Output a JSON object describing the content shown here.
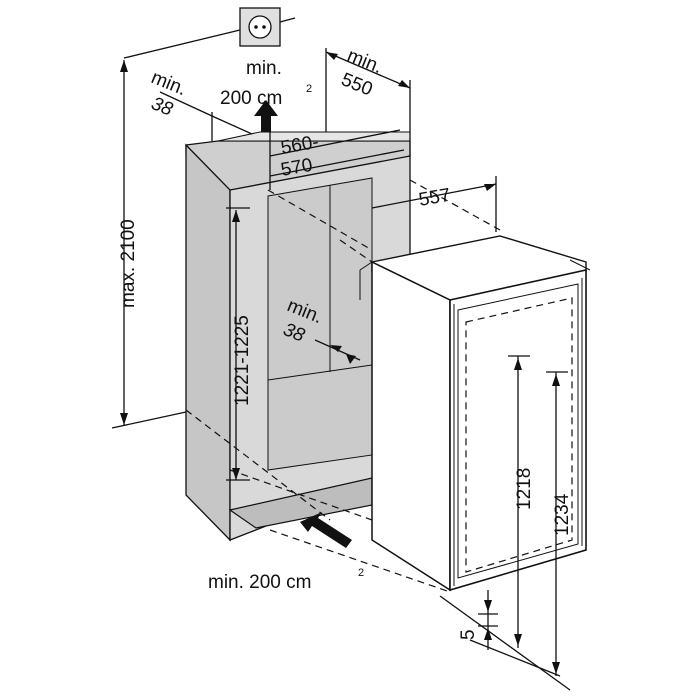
{
  "labels": {
    "ventilation_top_min": "min.",
    "ventilation_top_area": "200 cm",
    "ventilation_top_sup": "2",
    "ventilation_bottom": "min. 200 cm",
    "ventilation_bottom_sup": "2",
    "left_clearance_min": "min.",
    "left_clearance_value": "38",
    "depth_min": "min.",
    "depth_value": "550",
    "width_range_low": "560-",
    "width_range_high": "570",
    "appliance_depth": "557",
    "height_max": "max. 2100",
    "niche_height": "1221-1225",
    "inner_clearance_min": "min.",
    "inner_clearance_value": "38",
    "appliance_height_inner": "1218",
    "appliance_height_outer": "1234",
    "gap_bottom": "5"
  },
  "colors": {
    "cabinet_fill": "#d8d8d8",
    "cabinet_side": "#c4c4c4",
    "appliance_fill": "#ffffff",
    "line": "#111111"
  },
  "icons": {
    "wall_socket": "power-socket-icon",
    "airflow_arrow": "thick-arrow-icon"
  }
}
